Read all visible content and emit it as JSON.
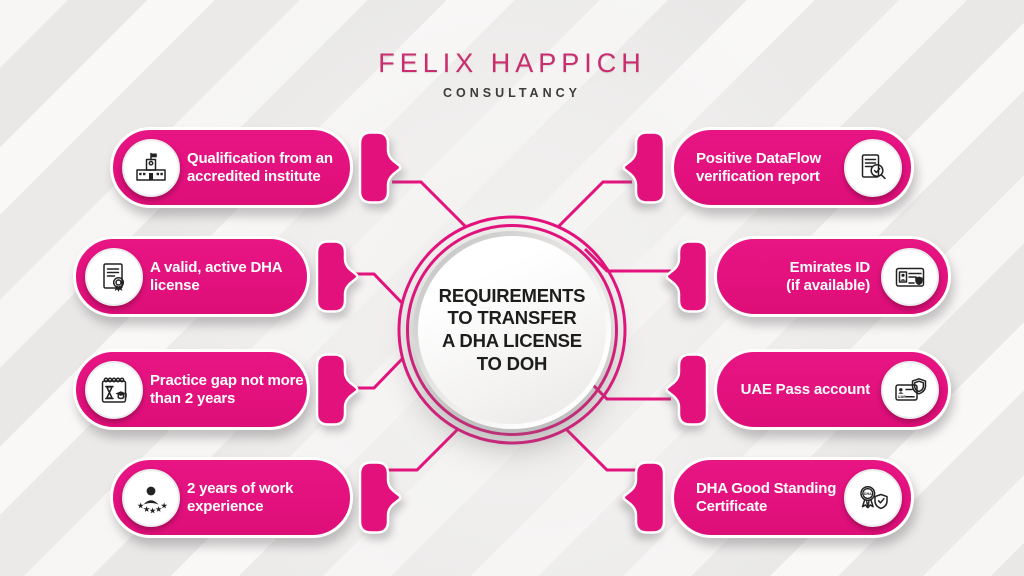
{
  "brand": {
    "title": "FELIX HAPPICH",
    "subtitle": "CONSULTANCY"
  },
  "center": {
    "lines": [
      "REQUIREMENTS",
      "TO TRANSFER",
      "A DHA LICENSE",
      "TO DOH"
    ]
  },
  "colors": {
    "accent_pink": "#E4127D",
    "logo_pink": "#CB2E6F",
    "dark_text": "#1D1D1B",
    "background": "#F1F0EF",
    "pill_text": "#FFFFFF"
  },
  "left_items": [
    {
      "icon": "school-icon",
      "lines": [
        "Qualification from an",
        "accredited institute"
      ]
    },
    {
      "icon": "license-certificate-icon",
      "lines": [
        "A valid, active DHA",
        "license"
      ]
    },
    {
      "icon": "practice-gap-calendar-icon",
      "lines": [
        "Practice gap not more",
        "than 2 years"
      ]
    },
    {
      "icon": "work-experience-icon",
      "lines": [
        "2 years of work",
        "experience"
      ]
    }
  ],
  "right_items": [
    {
      "icon": "dataflow-report-icon",
      "lines": [
        "Positive DataFlow",
        "verification report"
      ]
    },
    {
      "icon": "emirates-id-icon",
      "lines": [
        "Emirates ID",
        "(if available)"
      ]
    },
    {
      "icon": "uae-pass-icon",
      "lines": [
        "UAE Pass account",
        ""
      ]
    },
    {
      "icon": "dha-good-standing-icon",
      "lines": [
        "DHA Good Standing",
        "Certificate"
      ]
    }
  ]
}
